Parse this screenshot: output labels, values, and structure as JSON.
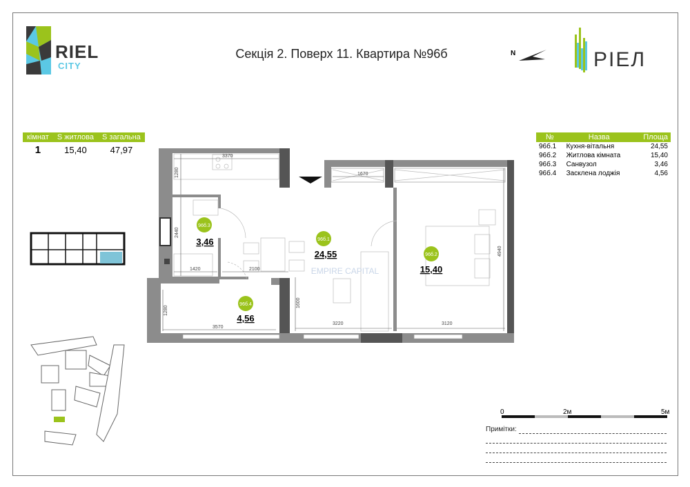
{
  "header": {
    "title": "Секція 2. Поверх 11. Квартира №96б",
    "north": "N",
    "logo_left": "RIEL CITY",
    "logo_left_word1": "RIEL",
    "logo_left_word2": "CITY",
    "logo_right": "РІЕЛ"
  },
  "summary": {
    "headers": [
      "кімнат",
      "S житлова",
      "S загальна"
    ],
    "values": [
      "1",
      "15,40",
      "47,97"
    ]
  },
  "rooms": {
    "headers": [
      "№",
      "Назва",
      "Площа"
    ],
    "rows": [
      [
        "96б.1",
        "Кухня-вітальня",
        "24,55"
      ],
      [
        "96б.2",
        "Житлова кімната",
        "15,40"
      ],
      [
        "96б.3",
        "Санвузол",
        "3,46"
      ],
      [
        "96б.4",
        "Засклена лоджія",
        "4,56"
      ]
    ]
  },
  "plan": {
    "labels": [
      {
        "id": "96б.3",
        "area": "3,46"
      },
      {
        "id": "96б.1",
        "area": "24,55"
      },
      {
        "id": "96б.2",
        "area": "15,40"
      },
      {
        "id": "96б.4",
        "area": "4,56"
      }
    ],
    "dimensions": [
      "3370",
      "1280",
      "2440",
      "1420",
      "2100",
      "1670",
      "4940",
      "1600",
      "3220",
      "3120",
      "1280",
      "3570"
    ],
    "watermark": "EMPIRE CAPITAL",
    "accent": "#9bc31c"
  },
  "scale": {
    "labels": [
      "0",
      "2м",
      "5м"
    ]
  },
  "notes": {
    "label": "Примітки:"
  }
}
